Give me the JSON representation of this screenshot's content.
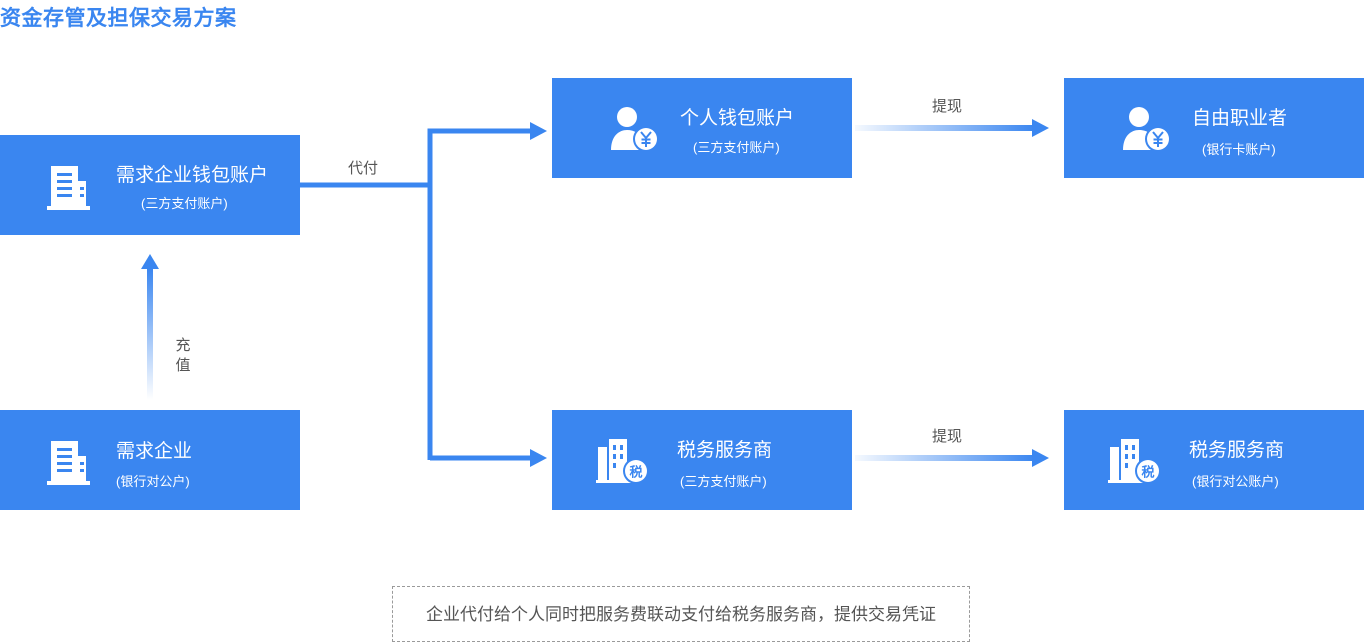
{
  "title": "资金存管及担保交易方案",
  "boxes": {
    "demand_wallet": {
      "main": "需求企业钱包账户",
      "sub": "(三方支付账户)"
    },
    "demand_company": {
      "main": "需求企业",
      "sub": "(银行对公户)"
    },
    "personal_wallet": {
      "main": "个人钱包账户",
      "sub": "(三方支付账户)"
    },
    "freelancer": {
      "main": "自由职业者",
      "sub": "(银行卡账户)"
    },
    "tax_service_wallet": {
      "main": "税务服务商",
      "sub": "(三方支付账户)"
    },
    "tax_service_bank": {
      "main": "税务服务商",
      "sub": "(银行对公账户)"
    }
  },
  "edges": {
    "pay_on_behalf": "代付",
    "recharge_1": "充",
    "recharge_2": "值",
    "withdraw_top": "提现",
    "withdraw_bottom": "提现"
  },
  "note": "企业代付给个人同时把服务费联动支付给税务服务商，提供交易凭证",
  "colors": {
    "accent": "#3a86f0"
  }
}
